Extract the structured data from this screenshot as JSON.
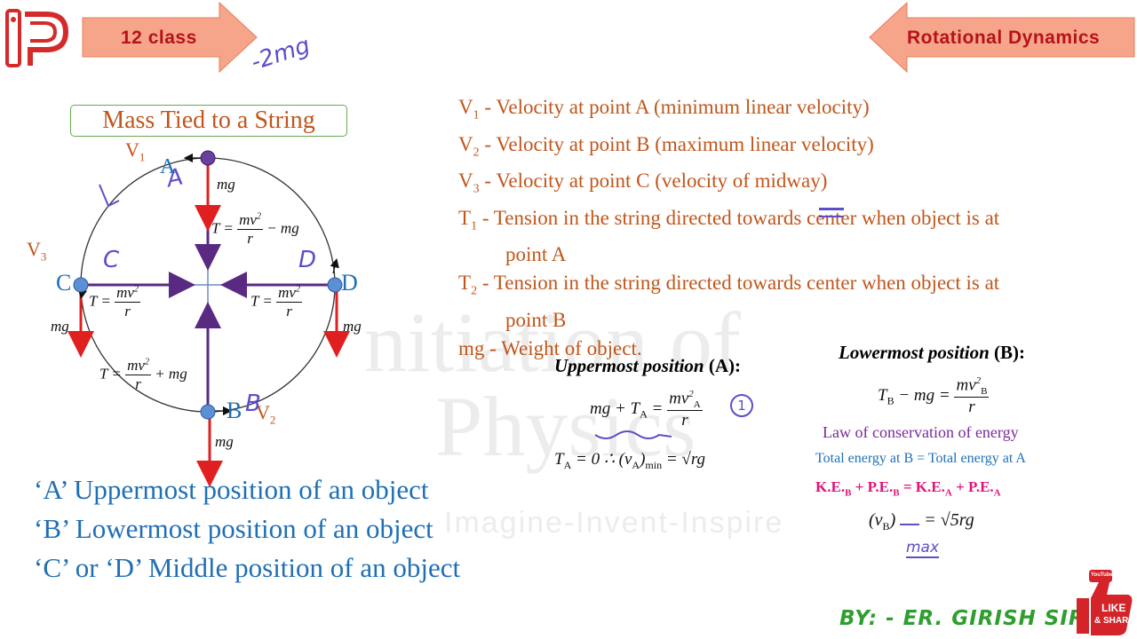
{
  "header": {
    "class_label": "12 class",
    "topic_label": "Rotational Dynamics",
    "handwritten_note": "-2mg"
  },
  "diagram": {
    "title": "Mass Tied to a String",
    "labels": {
      "v1": "V",
      "v1_sub": "1",
      "v2": "V",
      "v2_sub": "2",
      "v3": "V",
      "v3_sub": "3",
      "a": "A",
      "b": "B",
      "c": "C",
      "d": "D",
      "mg": "mg",
      "t_eq": "T =",
      "mv2": "mv",
      "sq": "2",
      "r": "r",
      "minus_mg": "− mg",
      "plus_mg": "+ mg",
      "hand_a": "A",
      "hand_b": "B",
      "hand_c": "C",
      "hand_d": "D",
      "hand_l": "L"
    }
  },
  "definitions": [
    {
      "sym": "V",
      "sub": "1",
      "text": " - Velocity at point A (minimum linear velocity)"
    },
    {
      "sym": "V",
      "sub": "2",
      "text": " - Velocity at point B (maximum linear velocity)"
    },
    {
      "sym": "V",
      "sub": "3",
      "text": " - Velocity at point C (velocity of midway)"
    },
    {
      "sym": "T",
      "sub": "1",
      "text": " - Tension in the string directed towards center when object is at"
    },
    {
      "sym": "",
      "sub": "",
      "text": "point A"
    },
    {
      "sym": "T",
      "sub": "2",
      "text": " - Tension in the string directed towards center when object is at"
    },
    {
      "sym": "",
      "sub": "",
      "text": "point B"
    },
    {
      "sym": "mg",
      "sub": "",
      "text": " - Weight of object."
    }
  ],
  "uppermost": {
    "heading": "Uppermost position",
    "heading_tag": "(A):",
    "eq1_left": "mg + T",
    "eq1_left_sub": "A",
    "eq1_mid": "=",
    "eq1_num": "mv",
    "eq1_num_sup": "2",
    "eq1_num_sub": "A",
    "eq1_den": "r",
    "eq2_left": "T",
    "eq2_left_sub": "A",
    "eq2_mid": "= 0  ∴ (v",
    "eq2_mid_sub": "A",
    "eq2_close": ")",
    "eq2_min": "min",
    "eq2_right": "= √rg",
    "hand_mark": "1"
  },
  "lowermost": {
    "heading": "Lowermost  position",
    "heading_tag": "(B):",
    "eq1_left": "T",
    "eq1_left_sub": "B",
    "eq1_mid": "− mg =",
    "eq1_num": "mv",
    "eq1_num_sup": "2",
    "eq1_num_sub": "B",
    "eq1_den": "r",
    "law": "Law of conservation  of energy",
    "total": "Total energy at B = Total energy at A",
    "ke_pe": "K.E.",
    "ke_pe_b": "B",
    "plus": " + P.E.",
    "eq_mid": " =  K.E.",
    "a_sub": "A",
    "vb_left": "(v",
    "vb_sub": "B",
    "vb_close": ")",
    "vb_right": "= √5rg",
    "hand_max": "max"
  },
  "positions": [
    "‘A’ Uppermost  position  of an object",
    "‘B’ Lowermost  position  of an object",
    "‘C’ or ‘D’ Middle position  of an object"
  ],
  "footer": {
    "author": "BY: - ER.  GIRISH SIR",
    "badge_top": "YouTube",
    "badge_like": "LIKE",
    "badge_share": "& SHARE"
  },
  "watermark": {
    "line1": "nitiation of",
    "line2": "Physics",
    "tagline": "Imagine-Invent-Inspire"
  },
  "colors": {
    "accent_red": "#b5121b",
    "arrow_fill": "#f7a58a",
    "orange_text": "#c0561b",
    "blue_text": "#1f6fb5",
    "purple": "#5a2a82",
    "author_green": "#2f9e2f",
    "pink": "#e0157a"
  }
}
